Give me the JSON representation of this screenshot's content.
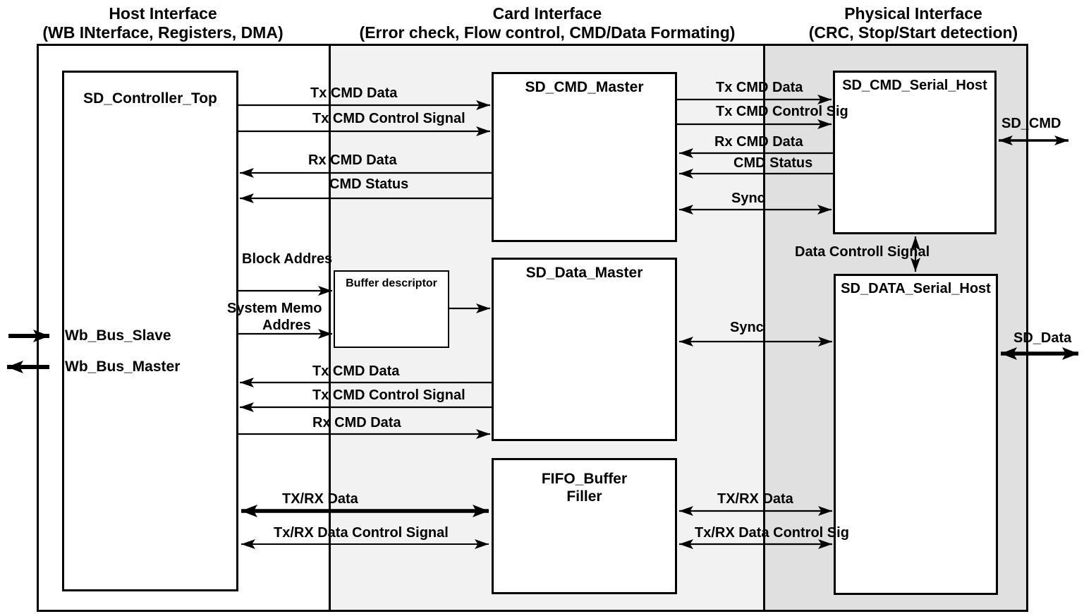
{
  "sections": {
    "host": {
      "title": "Host Interface",
      "subtitle": "(WB INterface, Registers, DMA)"
    },
    "card": {
      "title": "Card Interface",
      "subtitle": "(Error check, Flow control, CMD/Data Formating)"
    },
    "physical": {
      "title": "Physical Interface",
      "subtitle": "(CRC, Stop/Start detection)"
    }
  },
  "blocks": {
    "controller": {
      "title": "SD_Controller_Top",
      "port_slave": "Wb_Bus_Slave",
      "port_master": "Wb_Bus_Master"
    },
    "buffer_descriptor": {
      "title": "Buffer descriptor"
    },
    "cmd_master": {
      "title": "SD_CMD_Master"
    },
    "data_master": {
      "title": "SD_Data_Master"
    },
    "fifo": {
      "title_line1": "FIFO_Buffer",
      "title_line2": "Filler"
    },
    "cmd_serial": {
      "title": "SD_CMD_Serial_Host"
    },
    "data_serial": {
      "title": "SD_DATA_Serial_Host"
    }
  },
  "labels": {
    "ctrl_cmd_tx_data": "Tx CMD Data",
    "ctrl_cmd_tx_ctrl": "Tx CMD Control Signal",
    "ctrl_cmd_rx_data": "Rx CMD Data",
    "ctrl_cmd_status": "CMD Status",
    "block_addr": "Block Addres",
    "sys_mem_line1": "System Memo",
    "sys_mem_line2": "Addres",
    "ctrl_data_tx_data": "Tx CMD Data",
    "ctrl_data_tx_ctrl": "Tx CMD Control Signal",
    "ctrl_data_rx_data": "Rx CMD Data",
    "ctrl_fifo_data": "TX/RX Data",
    "ctrl_fifo_ctrl": "Tx/RX Data Control Signal",
    "cmd_phys_tx_data": "Tx CMD Data",
    "cmd_phys_tx_ctrl": "Tx CMD Control Sig",
    "cmd_phys_rx_data": "Rx CMD Data",
    "cmd_phys_status": "CMD Status",
    "cmd_phys_sync": "Sync",
    "data_ctrl_signal": "Data Controll Signal",
    "data_phys_sync": "Sync",
    "fifo_phys_data": "TX/RX Data",
    "fifo_phys_ctrl": "Tx/RX Data Control Sig",
    "sd_cmd": "SD_CMD",
    "sd_data": "SD_Data"
  },
  "colors": {
    "card_bg": "#f2f2f2",
    "physical_bg": "#e0e0e0",
    "block_bg": "#ffffff",
    "line": "#000000"
  }
}
